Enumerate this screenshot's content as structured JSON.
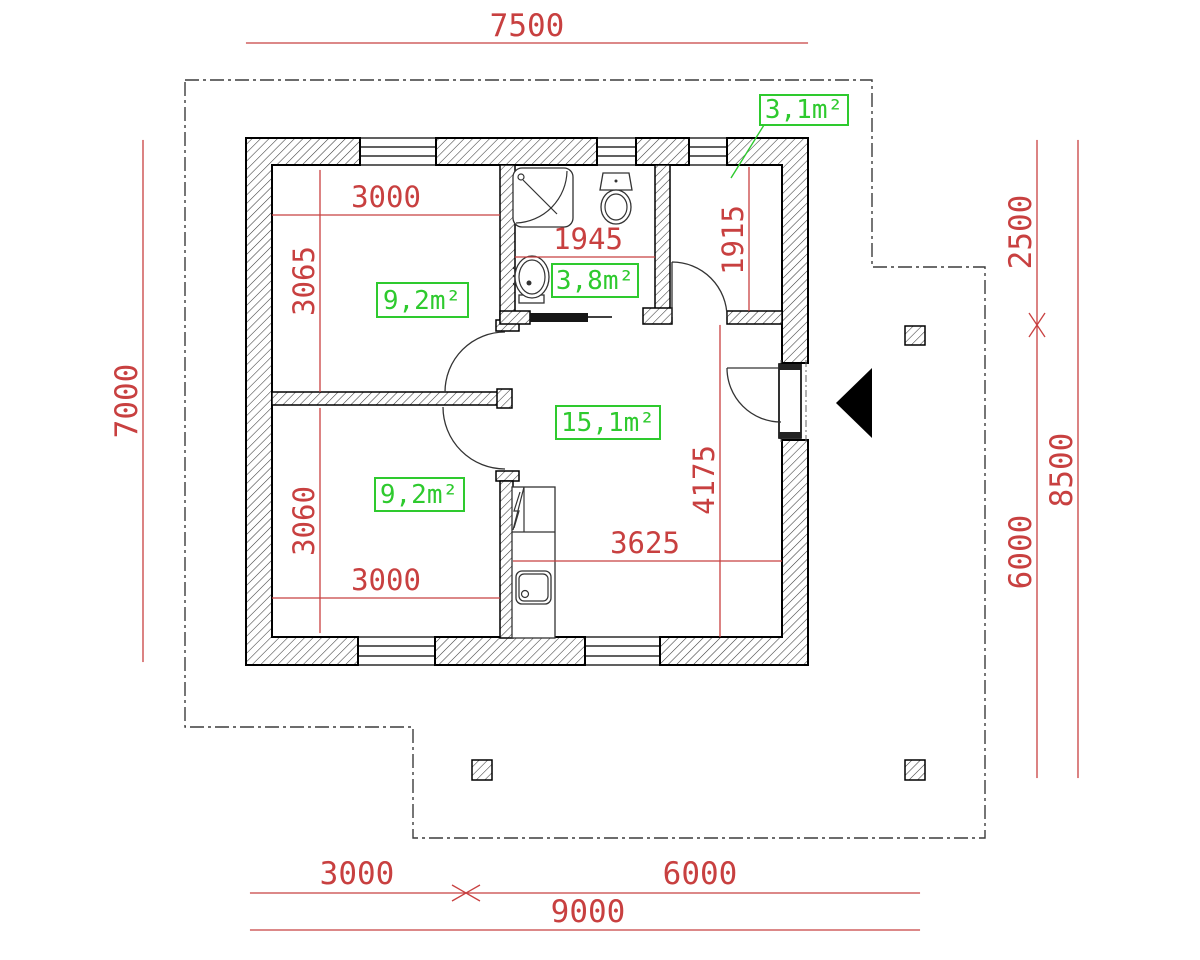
{
  "drawing": {
    "type": "architectural floor plan",
    "colors": {
      "dimension": "#c84040",
      "area_label": "#2eca2e",
      "wall_outline": "#000000"
    },
    "dims": {
      "top_width": "7500",
      "left_height": "7000",
      "right_upper": "2500",
      "right_lower": "6000",
      "right_total": "8500",
      "bottom_left": "3000",
      "bottom_right": "6000",
      "bottom_total": "9000",
      "bedroom_top_width": "3000",
      "bedroom_top_height": "3065",
      "bathroom_width": "1945",
      "hall_height": "1915",
      "living_width": "3625",
      "living_height": "4175",
      "bedroom_bottom_height": "3060",
      "bedroom_bottom_width": "3000"
    },
    "areas": {
      "hall": "3,1m²",
      "bathroom": "3,8m²",
      "living_room": "15,1m²",
      "bedroom_top": "9,2m²",
      "bedroom_bottom": "9,2m²"
    }
  }
}
